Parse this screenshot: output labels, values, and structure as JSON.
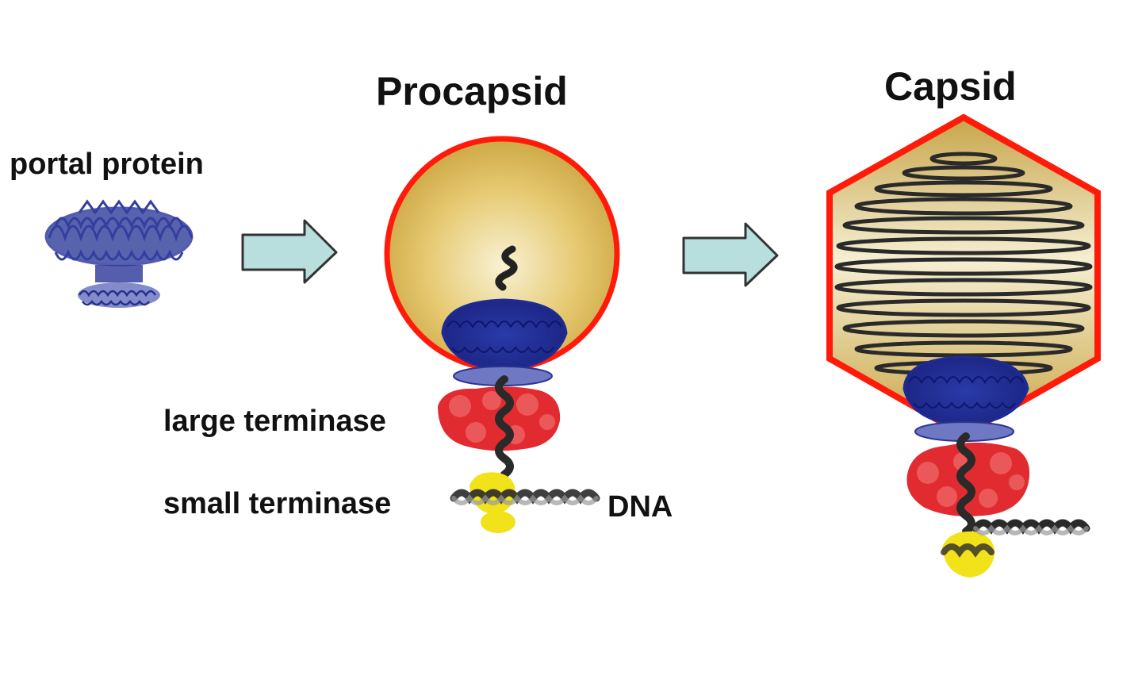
{
  "diagram": {
    "stages": {
      "procapsid": {
        "title": "Procapsid"
      },
      "capsid": {
        "title": "Capsid"
      }
    },
    "labels": {
      "portal_protein": "portal protein",
      "large_terminase": "large terminase",
      "small_terminase": "small terminase",
      "dna": "DNA"
    },
    "colors": {
      "shell_outline": "#ff1a0a",
      "shell_fill_light": "#f6ecc0",
      "shell_fill_dark": "#c9a23a",
      "portal_protein": "#1e2a96",
      "large_terminase": "#e0191e",
      "small_terminase": "#f2e21a",
      "dna": "#222222",
      "arrow_fill": "#b8dede",
      "arrow_stroke": "#333333"
    },
    "icons": [
      "right-arrow-icon",
      "right-arrow-icon"
    ]
  }
}
